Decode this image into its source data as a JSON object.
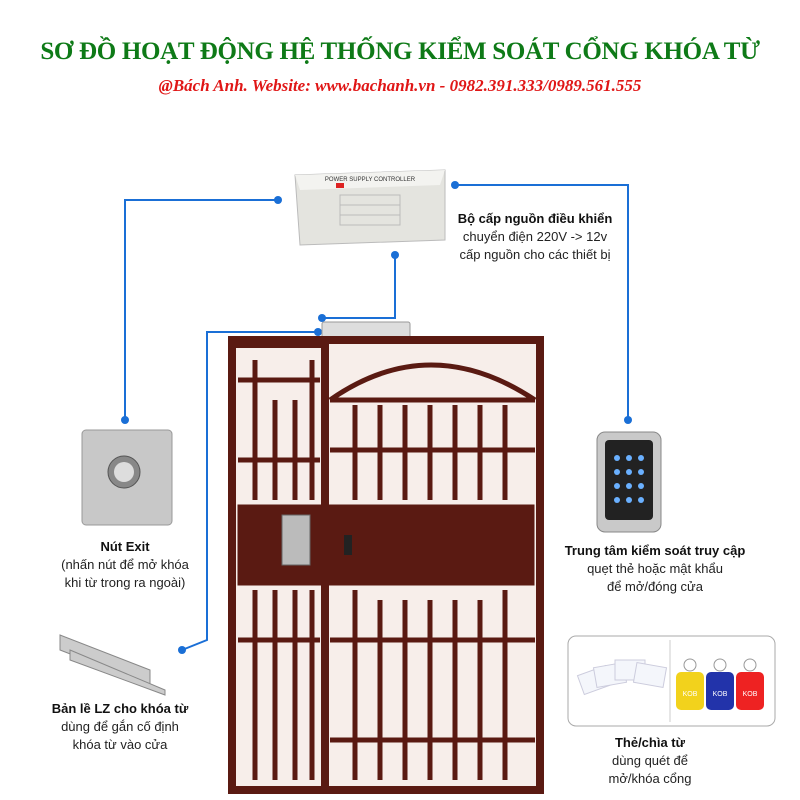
{
  "header": {
    "title": "SƠ ĐỒ HOẠT ĐỘNG HỆ THỐNG KIỂM SOÁT CỔNG KHÓA TỪ",
    "subtitle": "@Bách Anh. Website: www.bachanh.vn - 0982.391.333/0989.561.555"
  },
  "power_supply": {
    "label": "POWER SUPPLY CONTROLLER",
    "title": "Bộ cấp nguồn điều khiển",
    "line1": "chuyển điện 220V -> 12v",
    "line2": "cấp nguồn cho các thiết bị"
  },
  "exit_button": {
    "title": "Nút Exit",
    "line1": "(nhấn nút để mở khóa",
    "line2": "khi từ trong ra ngoài)"
  },
  "bracket": {
    "title": "Bản lề LZ cho khóa từ",
    "line1": "dùng để gắn cố định",
    "line2": "khóa từ vào cửa"
  },
  "access_control": {
    "title": "Trung tâm kiểm soát truy cập",
    "line1": "quẹt thẻ hoặc mật khẩu",
    "line2": "để mở/đóng cửa"
  },
  "cards": {
    "title": "Thẻ/chìa từ",
    "line1": "dùng quét để",
    "line2": "mở/khóa cổng",
    "tag_label": "KOB"
  },
  "colors": {
    "title": "#0e7a17",
    "subtitle": "#e01616",
    "wire": "#1a6fd6",
    "gate": "#5a1a12"
  }
}
